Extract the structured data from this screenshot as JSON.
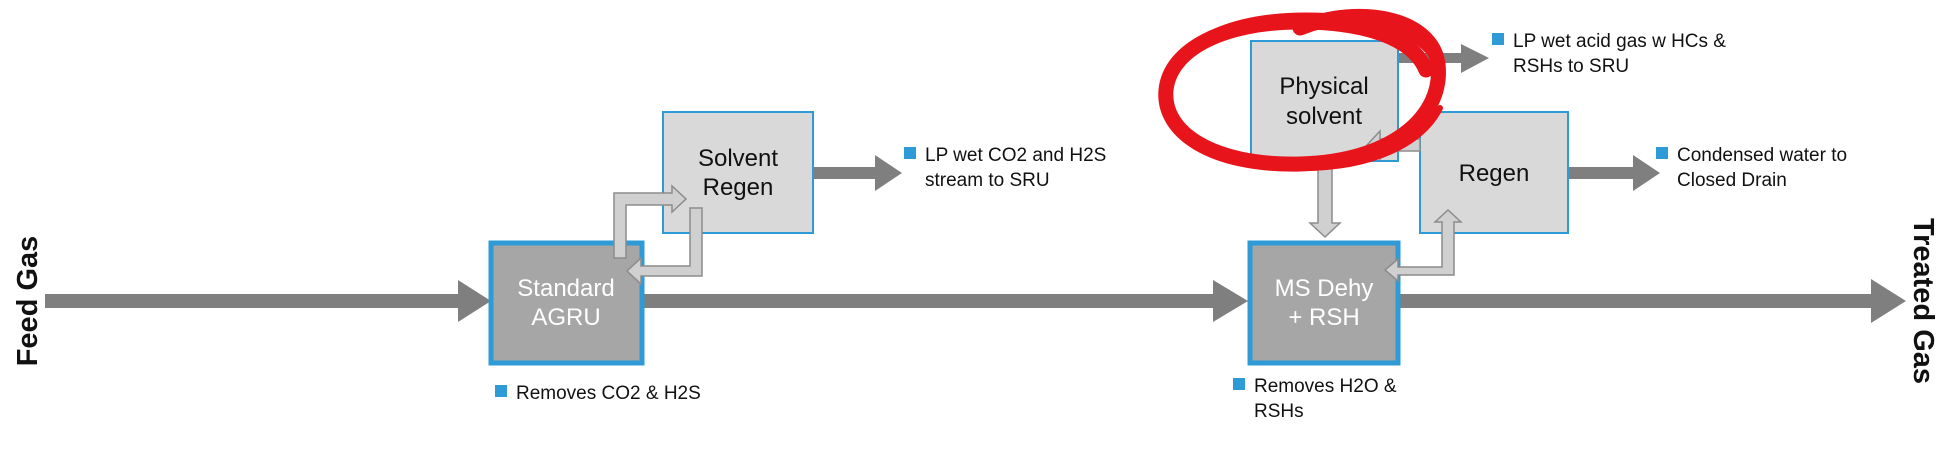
{
  "colors": {
    "main_arrow": "#7f7f7f",
    "box_fill_light": "#d9d9d9",
    "box_fill_dark": "#a6a6a6",
    "box_border": "#2e9bd6",
    "bullet": "#2e9bd6",
    "double_arrow_fill": "#d0d0d0",
    "double_arrow_stroke": "#8c8c8c",
    "highlight": "#e8141c"
  },
  "labels": {
    "feed_gas": "Feed Gas",
    "treated_gas": "Treated Gas"
  },
  "boxes": {
    "standard_agru": {
      "line1": "Standard",
      "line2": "AGRU"
    },
    "solvent_regen": {
      "line1": "Solvent",
      "line2": "Regen"
    },
    "physical_solvent": {
      "line1": "Physical",
      "line2": "solvent"
    },
    "regen": {
      "line1": "Regen"
    },
    "ms_dehy": {
      "line1": "MS Dehy",
      "line2": "+ RSH"
    }
  },
  "notes": {
    "lp_wet_co2": {
      "line1": "LP wet CO2 and H2S",
      "line2": "stream to SRU"
    },
    "removes_co2": {
      "line1": "Removes CO2 & H2S"
    },
    "lp_wet_acid": {
      "line1": "LP wet acid gas w HCs &",
      "line2": "RSHs to SRU"
    },
    "condensed_water": {
      "line1": "Condensed water to",
      "line2": "Closed Drain"
    },
    "removes_h2o": {
      "line1": "Removes H2O &",
      "line2": "RSHs"
    }
  },
  "icons": {
    "highlight": "hand-drawn-circle-icon",
    "bullet": "square-bullet-icon"
  }
}
